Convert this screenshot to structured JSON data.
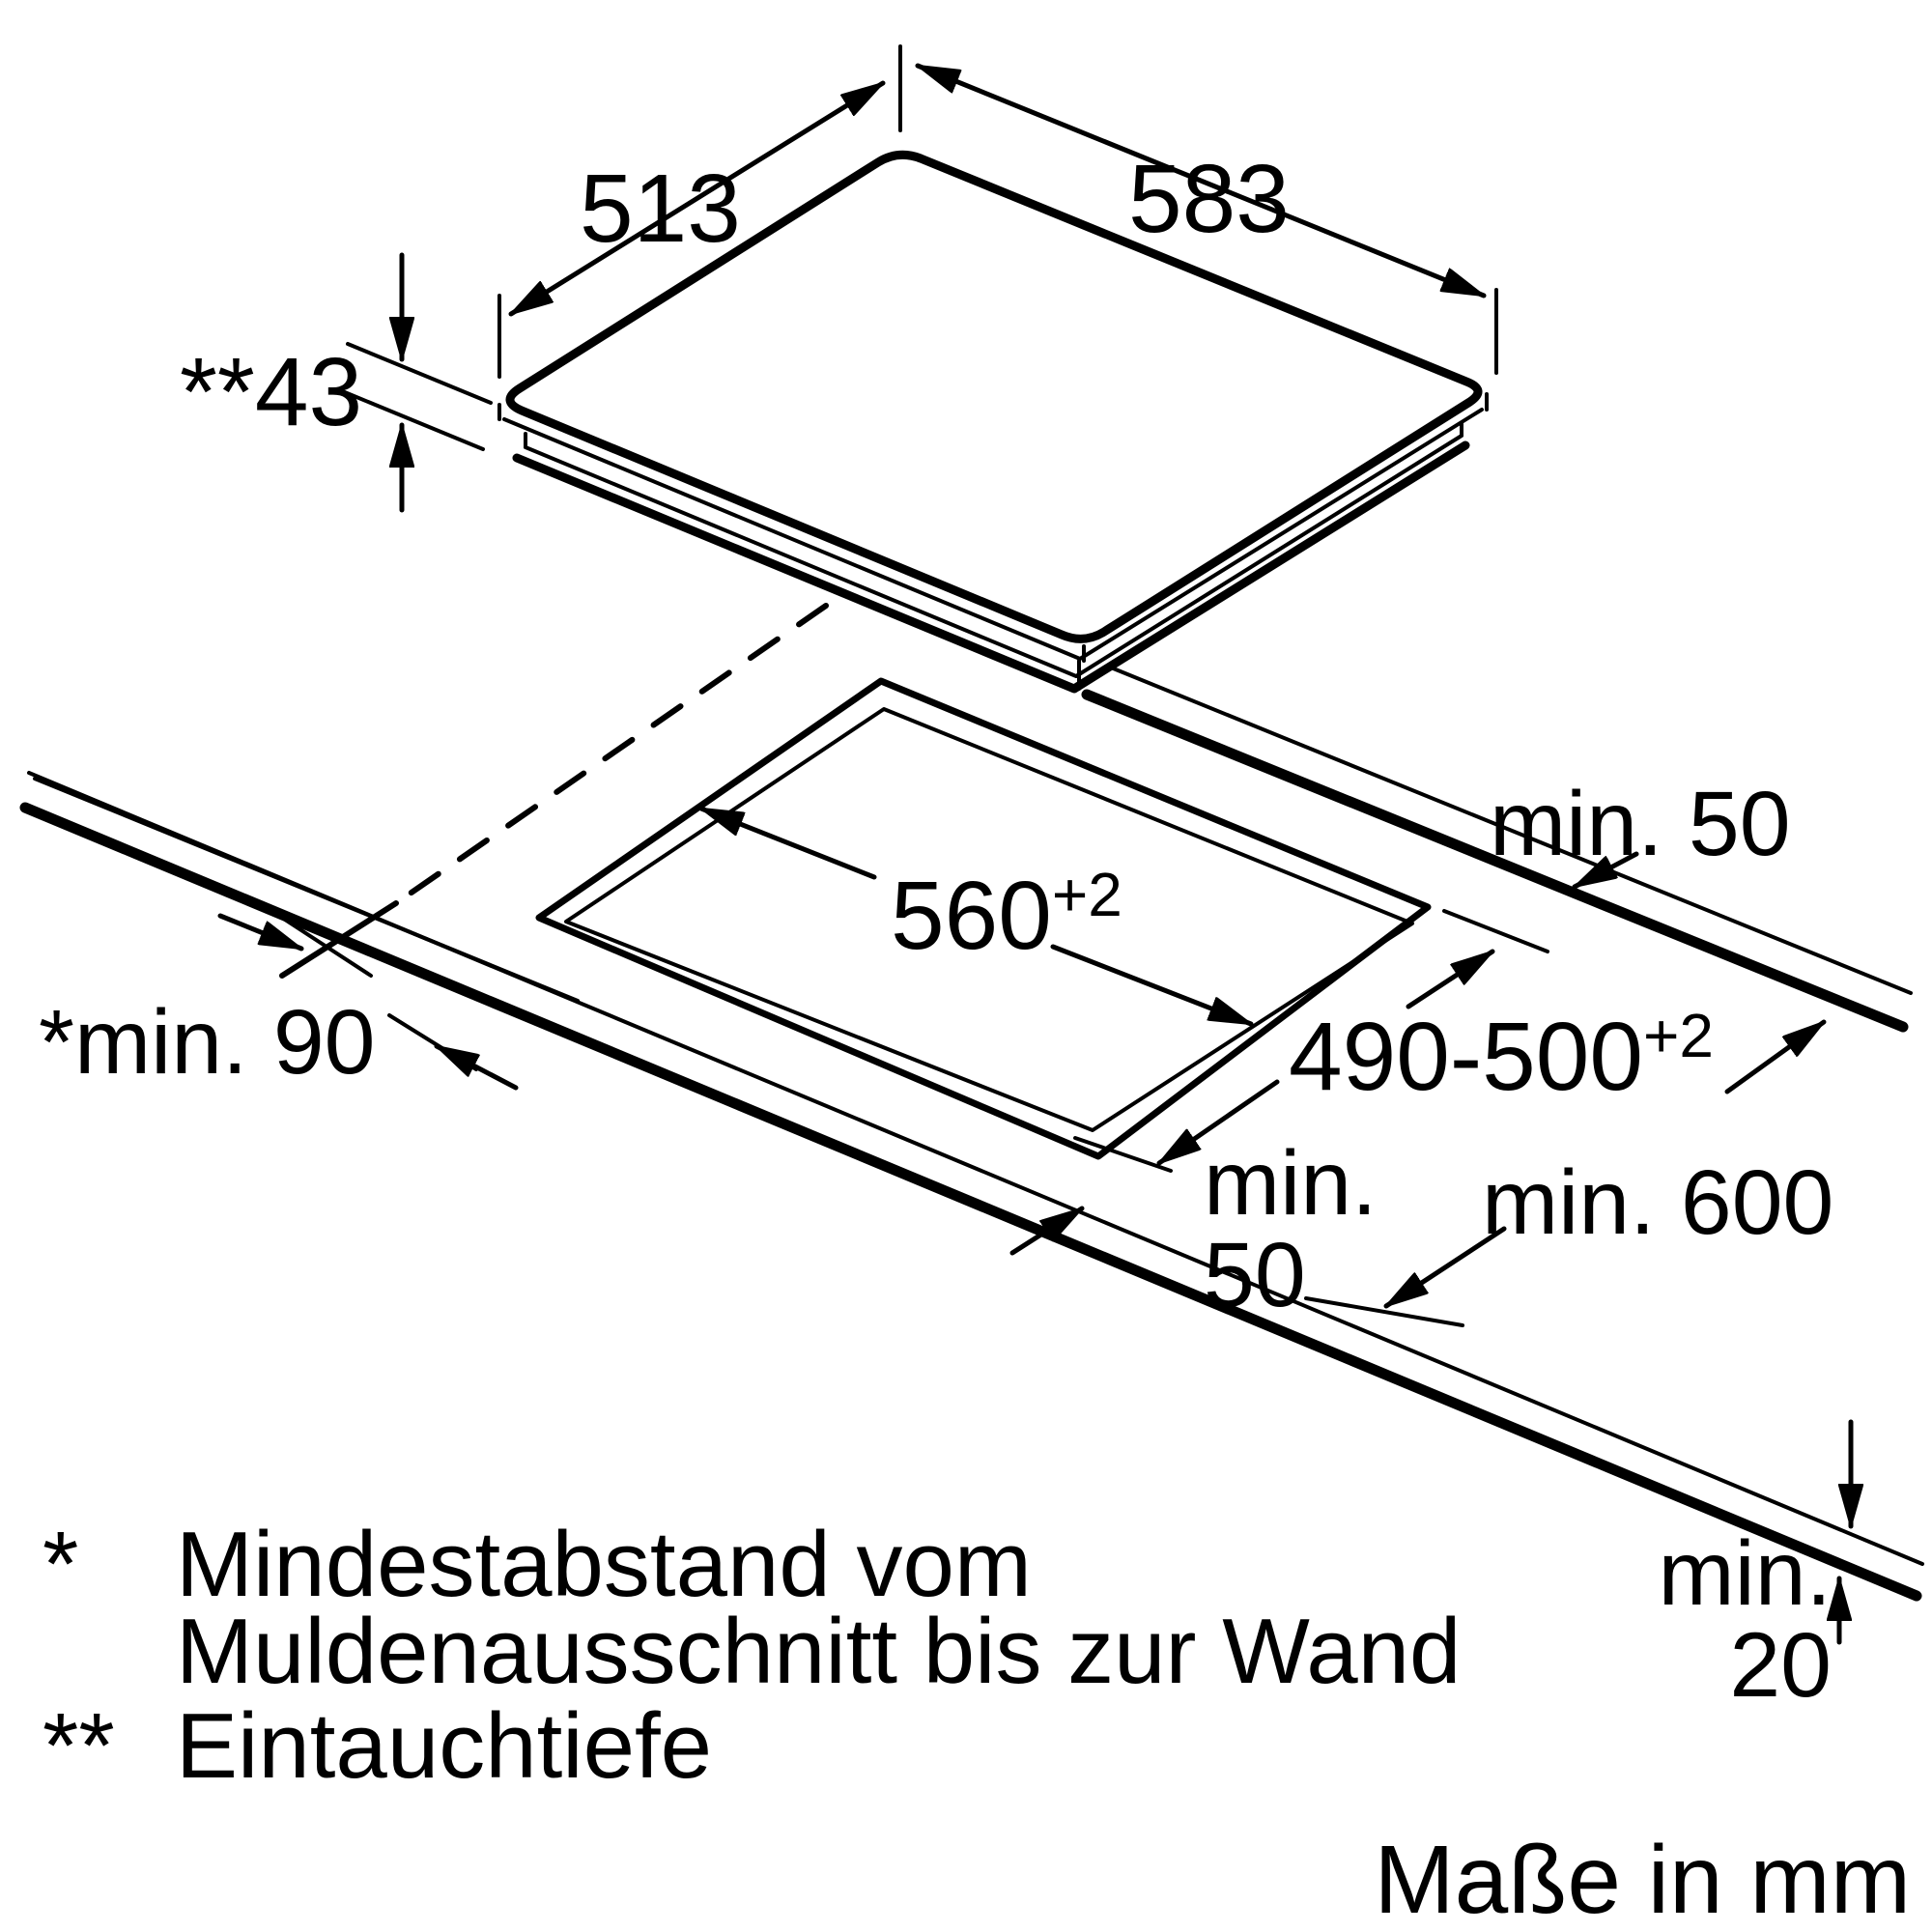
{
  "diagram": {
    "dimensions": {
      "hob_width": "583",
      "hob_depth": "513",
      "immersion_depth": "**43",
      "cutout_width": "560",
      "cutout_width_tolerance": "+2",
      "cutout_depth": "490-500",
      "cutout_depth_tolerance": "+2",
      "rear_clearance": "min. 50",
      "front_clearance_line1": "min.",
      "front_clearance_line2": "50",
      "worktop_depth": "min. 600",
      "wall_clearance": "*min. 90",
      "front_edge_distance_line1": "min.",
      "front_edge_distance_line2": "20"
    },
    "footnotes": [
      {
        "marker": "*",
        "line1": "Mindestabstand vom",
        "line2": "Muldenausschnitt bis zur Wand"
      },
      {
        "marker": "**",
        "line1": "Eintauchtiefe",
        "line2": ""
      }
    ],
    "units_note": "Maße in mm",
    "colors": {
      "line": "#000000",
      "background": "#ffffff"
    }
  }
}
